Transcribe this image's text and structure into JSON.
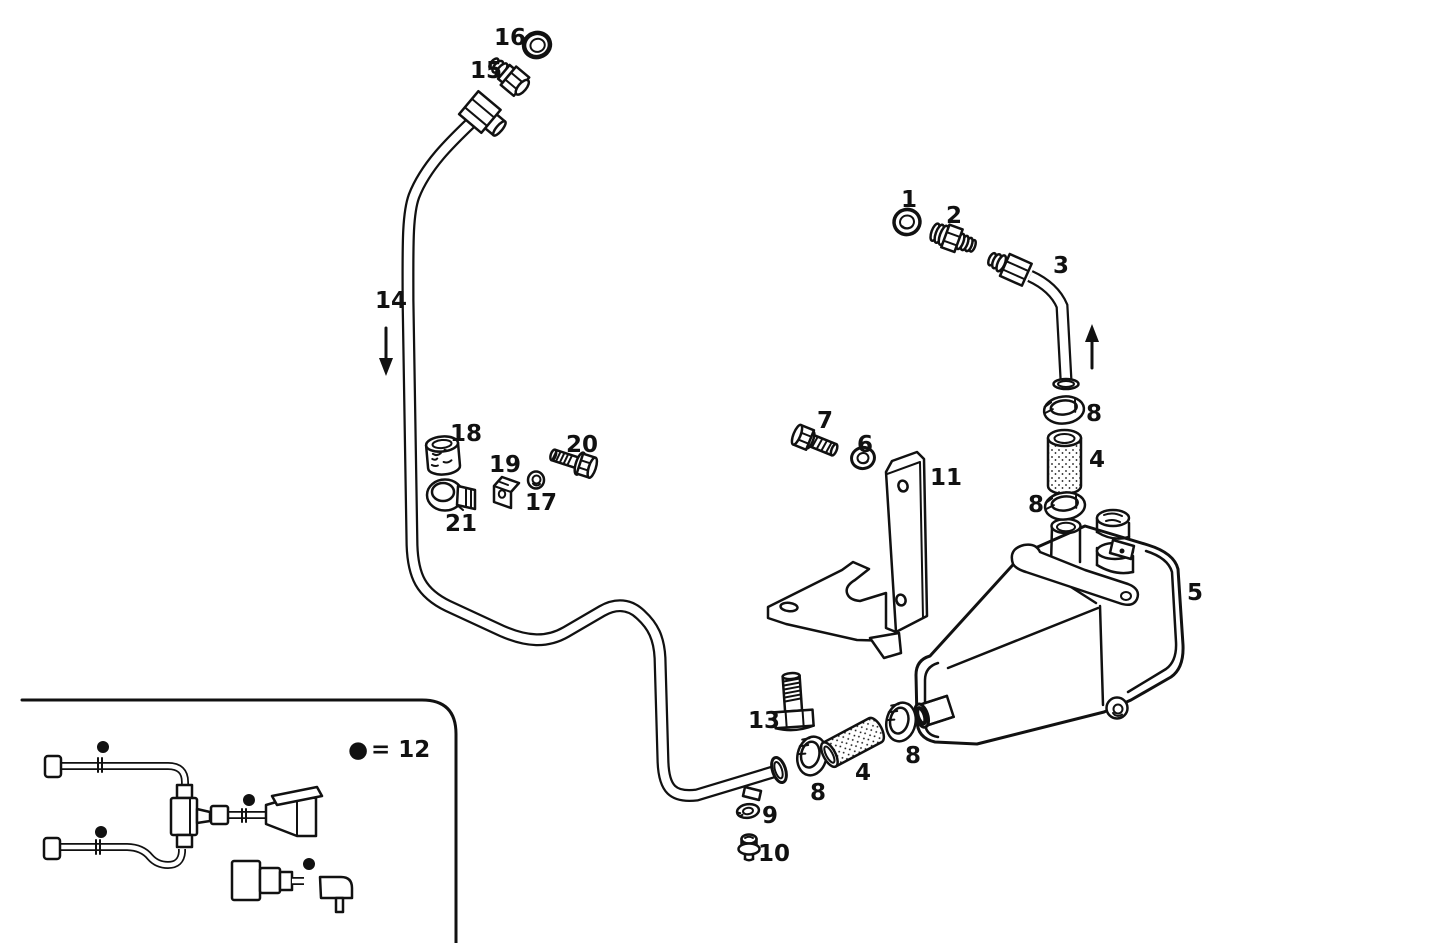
{
  "diagram": {
    "background": "#ffffff",
    "ink": "#111111",
    "callouts": {
      "p1": "1",
      "p2": "2",
      "p3": "3",
      "p4a": "4",
      "p4b": "4",
      "p5": "5",
      "p6": "6",
      "p7": "7",
      "p8a": "8",
      "p8b": "8",
      "p8c": "8",
      "p8d": "8",
      "p9": "9",
      "p10": "10",
      "p11": "11",
      "p13": "13",
      "p14": "14",
      "p15": "15",
      "p16": "16",
      "p17": "17",
      "p18": "18",
      "p19": "19",
      "p20": "20",
      "p21": "21"
    },
    "arrows": [
      {
        "id": "tube-14-flow-arrow",
        "direction": "down"
      },
      {
        "id": "tube-3-flow-arrow",
        "direction": "up"
      }
    ]
  },
  "inset": {
    "legend": {
      "marker": "●",
      "text": "= 12"
    }
  }
}
